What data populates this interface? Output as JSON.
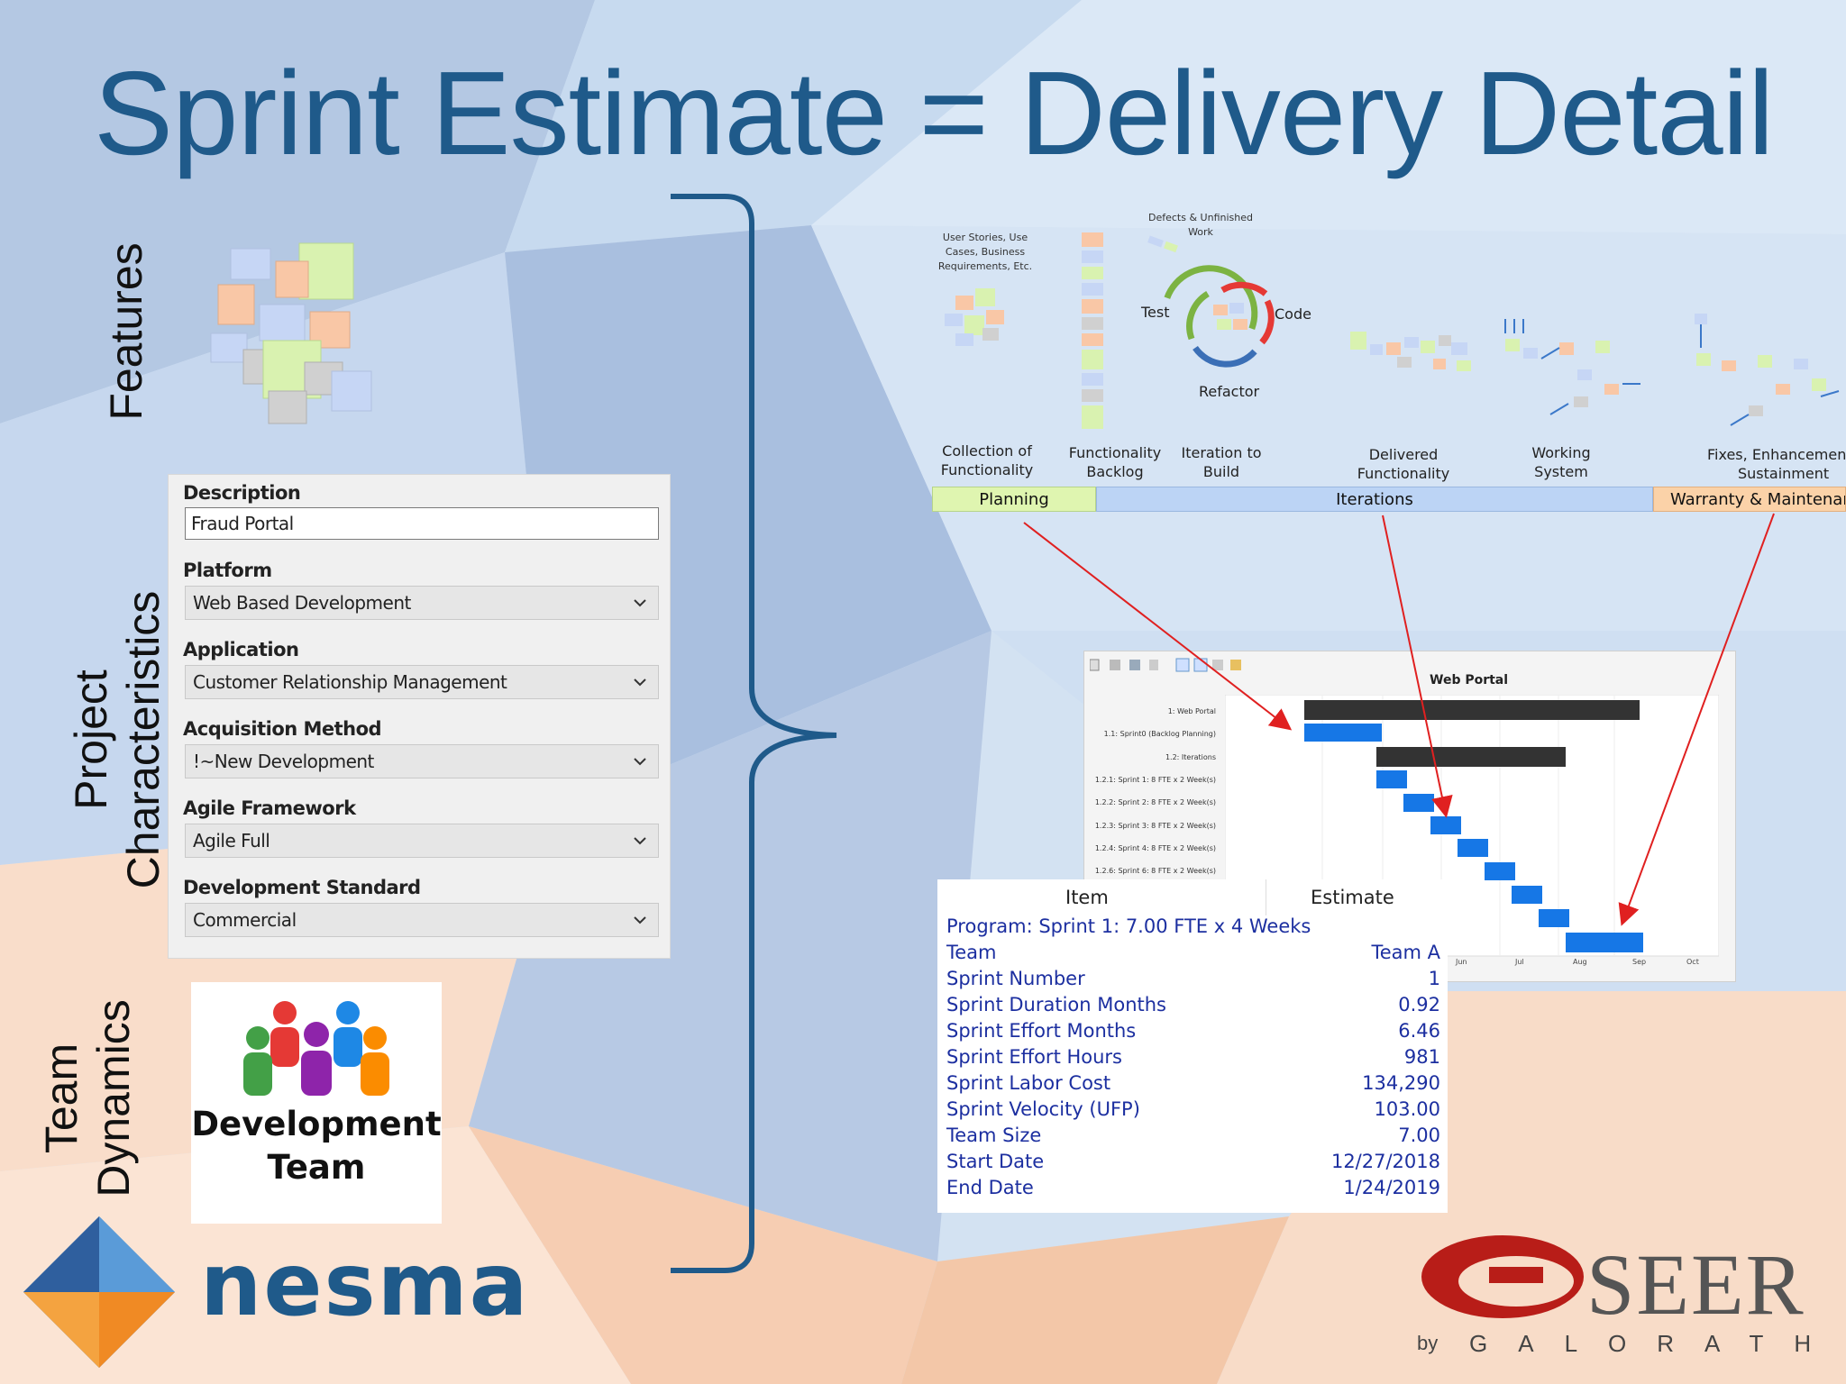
{
  "slide": {
    "title": "Sprint Estimate = Delivery Detail",
    "side_labels": {
      "features": "Features",
      "project_line1": "Project",
      "project_line2": "Characteristics",
      "team_line1": "Team",
      "team_line2": "Dynamics"
    }
  },
  "form": {
    "description_label": "Description",
    "description_value": "Fraud Portal",
    "platform_label": "Platform",
    "platform_value": "Web Based Development",
    "application_label": "Application",
    "application_value": "Customer Relationship Management",
    "acquisition_label": "Acquisition Method",
    "acquisition_value": "!~New Development",
    "framework_label": "Agile Framework",
    "framework_value": "Agile Full",
    "standard_label": "Development Standard",
    "standard_value": "Commercial"
  },
  "team_box": {
    "line1": "Development",
    "line2": "Team"
  },
  "process": {
    "note_user_stories_1": "User Stories, Use",
    "note_user_stories_2": "Cases, Business",
    "note_user_stories_3": "Requirements, Etc.",
    "note_defects_1": "Defects  & Unfinished",
    "note_defects_2": "Work",
    "cycle_test": "Test",
    "cycle_code": "Code",
    "cycle_refactor": "Refactor",
    "stage_collection_1": "Collection of",
    "stage_collection_2": "Functionality",
    "stage_backlog_1": "Functionality",
    "stage_backlog_2": "Backlog",
    "stage_iteration_1": "Iteration to",
    "stage_iteration_2": "Build",
    "stage_delivered_1": "Delivered",
    "stage_delivered_2": "Functionality",
    "stage_working_1": "Working",
    "stage_working_2": "System",
    "stage_fixes_1": "Fixes, Enhancements",
    "stage_fixes_2": "Sustainment",
    "phase_planning": "Planning",
    "phase_iterations": "Iterations",
    "phase_warranty": "Warranty & Maintenanc",
    "colors": {
      "planning": "#dff5b0",
      "iterations": "#bcd4f5",
      "warranty": "#fbd2a8"
    }
  },
  "gantt": {
    "title": "Web Portal",
    "rows": [
      "1: Web Portal",
      "1.1: Sprint0 (Backlog Planning)",
      "1.2: Iterations",
      "1.2.1: Sprint 1: 8 FTE x 2 Week(s)",
      "1.2.2: Sprint 2: 8 FTE x 2 Week(s)",
      "1.2.3: Sprint 3: 8 FTE x 2 Week(s)",
      "1.2.4: Sprint 4: 8 FTE x 2 Week(s)",
      "1.2.6: Sprint 6: 8 FTE x 2 Week(s)"
    ],
    "axis": [
      "Jun",
      "Jul",
      "Aug",
      "Sep",
      "Oct"
    ],
    "bar_color_summary": "#333333",
    "bar_color_task": "#1677e6"
  },
  "estimate_table": {
    "header_item": "Item",
    "header_estimate": "Estimate",
    "program_row": "Program: Sprint 1: 7.00 FTE x 4 Weeks",
    "rows": [
      {
        "k": "Team",
        "v": "Team A"
      },
      {
        "k": "Sprint Number",
        "v": "1"
      },
      {
        "k": "Sprint Duration Months",
        "v": "0.92"
      },
      {
        "k": "Sprint Effort Months",
        "v": "6.46"
      },
      {
        "k": "Sprint Effort Hours",
        "v": "981"
      },
      {
        "k": "Sprint Labor Cost",
        "v": "134,290"
      },
      {
        "k": "Sprint Velocity (UFP)",
        "v": "103.00"
      },
      {
        "k": "Team Size",
        "v": "7.00"
      },
      {
        "k": "Start Date",
        "v": "12/27/2018"
      },
      {
        "k": "End Date",
        "v": "1/24/2019"
      }
    ]
  },
  "logos": {
    "nesma": "nesma",
    "seer": "SEER",
    "by": "by",
    "galorath": "GALORATH"
  },
  "colors": {
    "title": "#1f5a8a",
    "table_text": "#1c2fa0",
    "arrow": "#e02020"
  }
}
